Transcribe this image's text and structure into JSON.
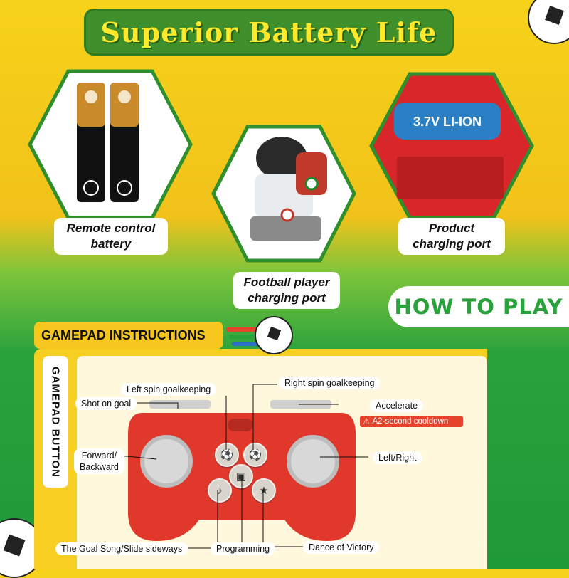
{
  "title": "Superior Battery Life",
  "labels": {
    "remote": [
      "Remote control",
      "battery"
    ],
    "football": [
      "Football player",
      "charging port"
    ],
    "product": [
      "Product",
      "charging port"
    ]
  },
  "battery_text": "3.7V LI-ION",
  "how_to_play": "HOW TO PLAY",
  "gamepad": {
    "header": "GAMEPAD INSTRUCTIONS",
    "side": "GAMEPAD BUTTON",
    "callouts": {
      "left_spin": "Left spin goalkeeping",
      "right_spin": "Right spin goalkeeping",
      "shot": "Shot on goal",
      "accelerate": "Accelerate",
      "cooldown": "A2-second cooldown",
      "forward": [
        "Forward/",
        "Backward"
      ],
      "left_right": "Left/Right",
      "goal_song": "The Goal Song/Slide sideways",
      "programming": "Programming",
      "dance": "Dance of Victory"
    }
  },
  "colors": {
    "green": "#2aa23c",
    "yellow": "#f6c81f",
    "red": "#e5432b"
  }
}
